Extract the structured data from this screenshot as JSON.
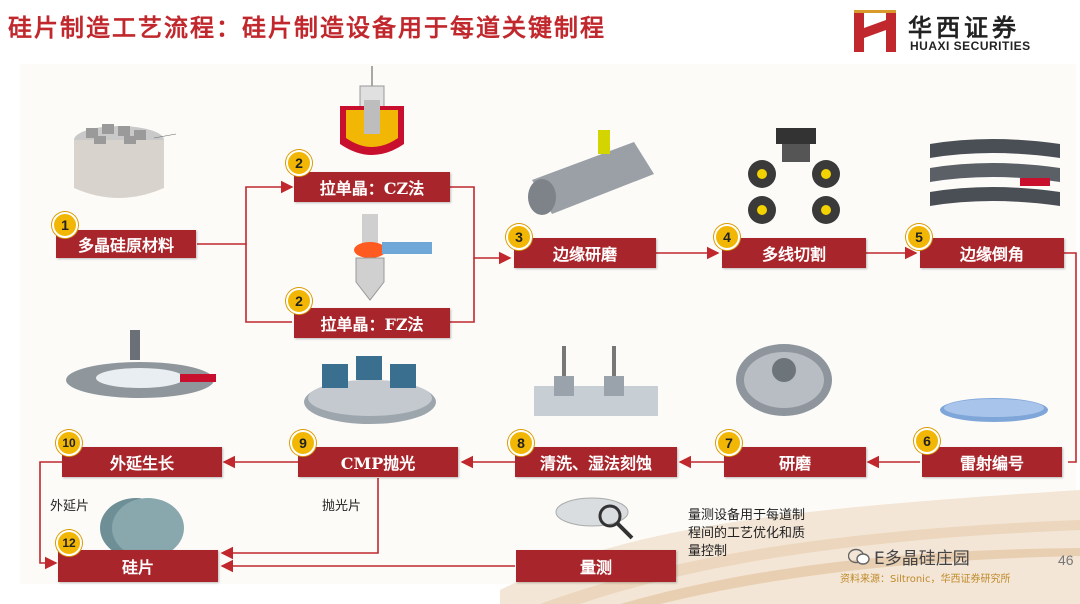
{
  "title": "硅片制造工艺流程：硅片制造设备用于每道关键制程",
  "logo": {
    "cn": "华西证券",
    "en": "HUAXI SECURITIES"
  },
  "steps": [
    {
      "num": "1",
      "label": "多晶硅原材料"
    },
    {
      "num": "2",
      "label": "拉单晶：CZ法"
    },
    {
      "num": "2",
      "label": "拉单晶：FZ法"
    },
    {
      "num": "3",
      "label": "边缘研磨"
    },
    {
      "num": "4",
      "label": "多线切割"
    },
    {
      "num": "5",
      "label": "边缘倒角"
    },
    {
      "num": "6",
      "label": "雷射编号"
    },
    {
      "num": "7",
      "label": "研磨"
    },
    {
      "num": "8",
      "label": "清洗、湿法刻蚀"
    },
    {
      "num": "9",
      "label": "CMP抛光"
    },
    {
      "num": "10",
      "label": "外延生长"
    },
    {
      "num": "12",
      "label": "硅片"
    },
    {
      "num": "",
      "label": "量测"
    }
  ],
  "labels": {
    "epi_wafer": "外延片",
    "polished_wafer": "抛光片"
  },
  "measure_note": "量测设备用于每道制程间的工艺优化和质量控制",
  "watermark": "E多晶硅庄园",
  "page_number": "46",
  "source": "资料来源：Siltronic，华西证券研究所",
  "colors": {
    "accent": "#a8262b",
    "badge": "#f2b705",
    "title": "#c0282d"
  }
}
